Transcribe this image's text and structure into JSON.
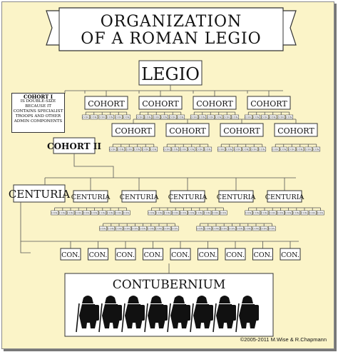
{
  "title": {
    "line1": "ORGANIZATION",
    "line2": "OF A ROMAN LEGIO"
  },
  "legio_label": "LEGIO",
  "cohort_label": "COHORT",
  "cohort1_note": {
    "title": "COHORT I",
    "lines": [
      "IS DOUBLE-SIZE BECAUSE IT",
      "CONTAINS SPECIALIST",
      "TROOPS AND OTHER",
      "ADMIN COMPONENTS"
    ]
  },
  "cohort2_label": "COHORT II",
  "centuria_label": "CENTURIA",
  "contubernium_label": "CONTUBERNIUM",
  "con_label": "CON.",
  "mini_label": "CON.",
  "copyright": "©2005-2011 M.Wise & R.Chapmann",
  "colors": {
    "background": "#fbf4c8",
    "box": "#ffffff",
    "line": "#555555",
    "figure": "#111111"
  }
}
